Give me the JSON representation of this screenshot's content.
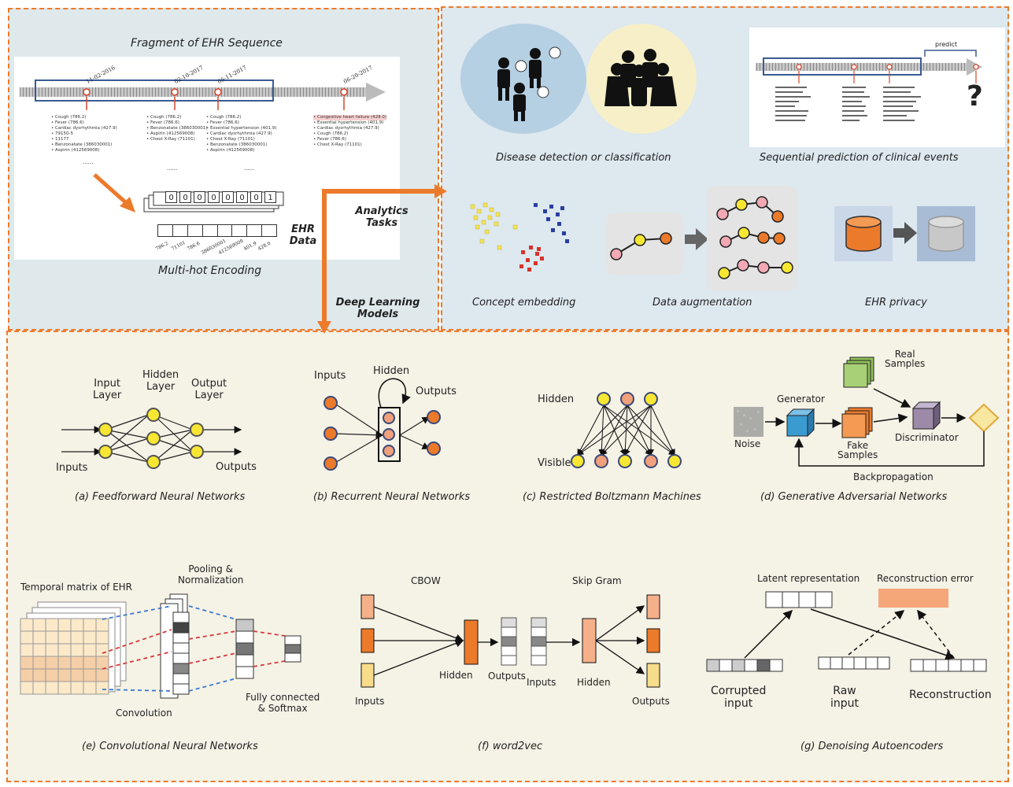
{
  "ehr_panel": {
    "title": "Fragment of EHR Sequence",
    "dates": [
      "11-02-2016",
      "02-10-2017",
      "05-11-2017",
      "06-20-2017"
    ],
    "visit1": [
      "Cough (786.2)",
      "Fever (786.6)",
      "Cardiac dysrhythmia (427.9)",
      "79150-5",
      "11177",
      "Benzonatate (386030001)",
      "Aspirin (412569008)"
    ],
    "visit2": [
      "Cough (786.2)",
      "Fever (786.6)",
      "Benzonatate (386030001)",
      "Aspirin (412569008)",
      "Chest X-Ray (71101)"
    ],
    "visit3": [
      "Cough (786.2)",
      "Fever (786.6)",
      "Essential hypertension (401.9)",
      "Cardiac dysrhythmia (427.9)",
      "Chest X-Ray (71101)",
      "Benzonatate (386030001)",
      "Aspirin (412569008)"
    ],
    "visit4": [
      "Congestive heart failure (428.0)",
      "Essential hypertension (401.9)",
      "Cardiac dysrhythmia (427.9)",
      "Cough (786.2)",
      "Fever (786.6)",
      "Chest X-Ray (71101)"
    ],
    "ellipsis": "......",
    "multihot_values": [
      "0",
      "0",
      "0",
      "0",
      "0",
      "0",
      "0",
      "1"
    ],
    "code_labels": [
      "786.2",
      "71101",
      "786.6",
      "386030001",
      "412569008",
      "401.9",
      "428.0"
    ],
    "encoding_label": "Multi-hot Encoding",
    "ehr_data_label_1": "EHR",
    "ehr_data_label_2": "Data"
  },
  "tasks_panel": {
    "analytics_label_1": "Analytics",
    "analytics_label_2": "Tasks",
    "dl_label_1": "Deep Learning",
    "dl_label_2": "Models",
    "predict_label": "predict",
    "question_mark": "?",
    "tasks": [
      "Disease detection or classification",
      "Sequential prediction of clinical events",
      "Concept embedding",
      "Data augmentation",
      "EHR privacy"
    ]
  },
  "models_panel": {
    "ffnn": {
      "input_layer": "Input\nLayer",
      "hidden_layer": "Hidden\nLayer",
      "output_layer": "Output\nLayer",
      "inputs": "Inputs",
      "outputs": "Outputs",
      "caption": "(a) Feedforward Neural Networks"
    },
    "rnn": {
      "inputs": "Inputs",
      "hidden": "Hidden",
      "outputs": "Outputs",
      "caption": "(b) Recurrent Neural Networks"
    },
    "rbm": {
      "hidden": "Hidden",
      "visible": "Visible",
      "caption": "(c) Restricted Boltzmann Machines"
    },
    "gan": {
      "real": "Real\nSamples",
      "generator": "Generator",
      "noise": "Noise",
      "fake": "Fake\nSamples",
      "discriminator": "Discriminator",
      "backprop": "Backpropagation",
      "caption": "(d) Generative Adversarial Networks"
    },
    "cnn": {
      "temporal": "Temporal matrix of EHR",
      "pooling": "Pooling &\nNormalization",
      "convolution": "Convolution",
      "fc": "Fully connected\n& Softmax",
      "caption": "(e) Convolutional Neural Networks"
    },
    "w2v": {
      "cbow": "CBOW",
      "skipgram": "Skip Gram",
      "hidden1": "Hidden",
      "outputs1": "Outputs",
      "inputs1": "Inputs",
      "inputs2": "Inputs",
      "hidden2": "Hidden",
      "outputs2": "Outputs",
      "caption": "(f) word2vec"
    },
    "dae": {
      "latent": "Latent representation",
      "recon_error": "Reconstruction error",
      "corrupted": "Corrupted\ninput",
      "raw": "Raw\ninput",
      "reconstruction": "Reconstruction",
      "caption": "(g) Denoising Autoencoders"
    }
  },
  "colors": {
    "accent_orange": "#ec7a2b",
    "node_yellow": "#f7e733",
    "node_salmon": "#f0a07a",
    "blue_cube": "#3a9bd1",
    "green_cube": "#8fbf5a",
    "purple_cube": "#9c8aa8"
  }
}
